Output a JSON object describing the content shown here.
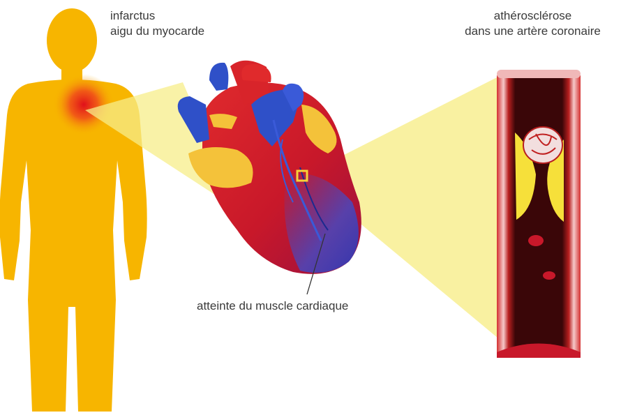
{
  "labels": {
    "infarct_line1": "infarctus",
    "infarct_line2": "aigu du myocarde",
    "athero_line1": "athérosclérose",
    "athero_line2": "dans une artère coronaire",
    "muscle": "atteinte du muscle cardiaque"
  },
  "colors": {
    "body": "#f7b500",
    "beam": "#f7ee8a",
    "heart_red": "#d8242a",
    "vein_blue": "#2f50c8",
    "fat_yellow": "#f4c23a",
    "artery_dark": "#5a0a0c",
    "plaque": "#f6e03a"
  }
}
